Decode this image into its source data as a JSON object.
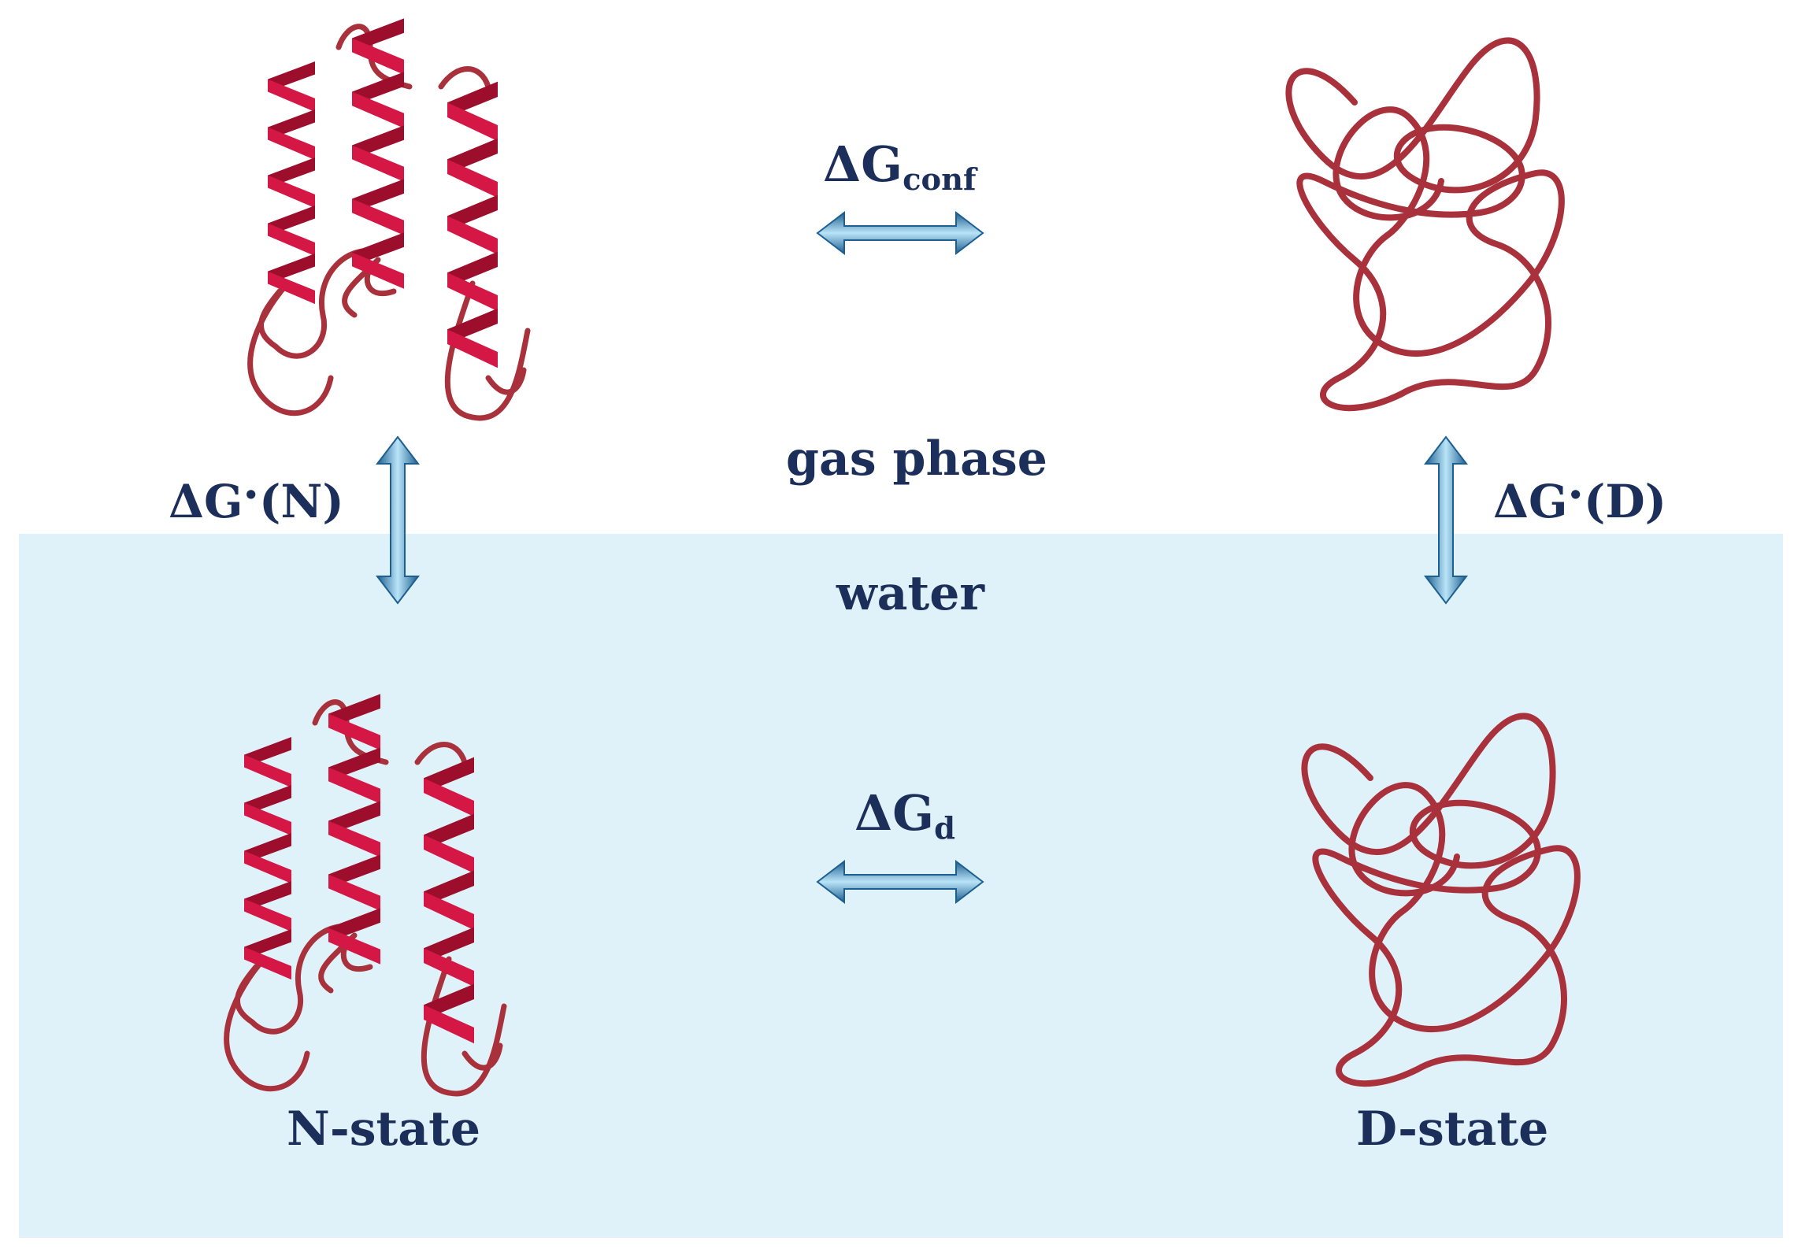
{
  "colors": {
    "label": "#1b2f5a",
    "water": "#dff1f9",
    "helix_main": "#d41745",
    "helix_dark": "#9c0e2c",
    "coil": "#a8313c",
    "arrow_light": "#b9e4f7",
    "arrow_mid": "#3c96c9",
    "arrow_dark": "#1d5f91"
  },
  "labels": {
    "dG_conf": {
      "symbol": "ΔG",
      "sub": "conf"
    },
    "dG_d": {
      "symbol": "ΔG",
      "sub": "d"
    },
    "dG_N": {
      "symbol": "ΔG",
      "sup": "•",
      "rest": "(N)"
    },
    "dG_D": {
      "symbol": "ΔG",
      "sup": "•",
      "rest": "(D)"
    },
    "gas_phase": "gas phase",
    "water": "water",
    "n_state": "N-state",
    "d_state": "D-state"
  },
  "icons": {
    "folded": "helix-bundle-icon",
    "unfolded": "random-coil-icon",
    "arrow": "double-arrow-icon"
  }
}
